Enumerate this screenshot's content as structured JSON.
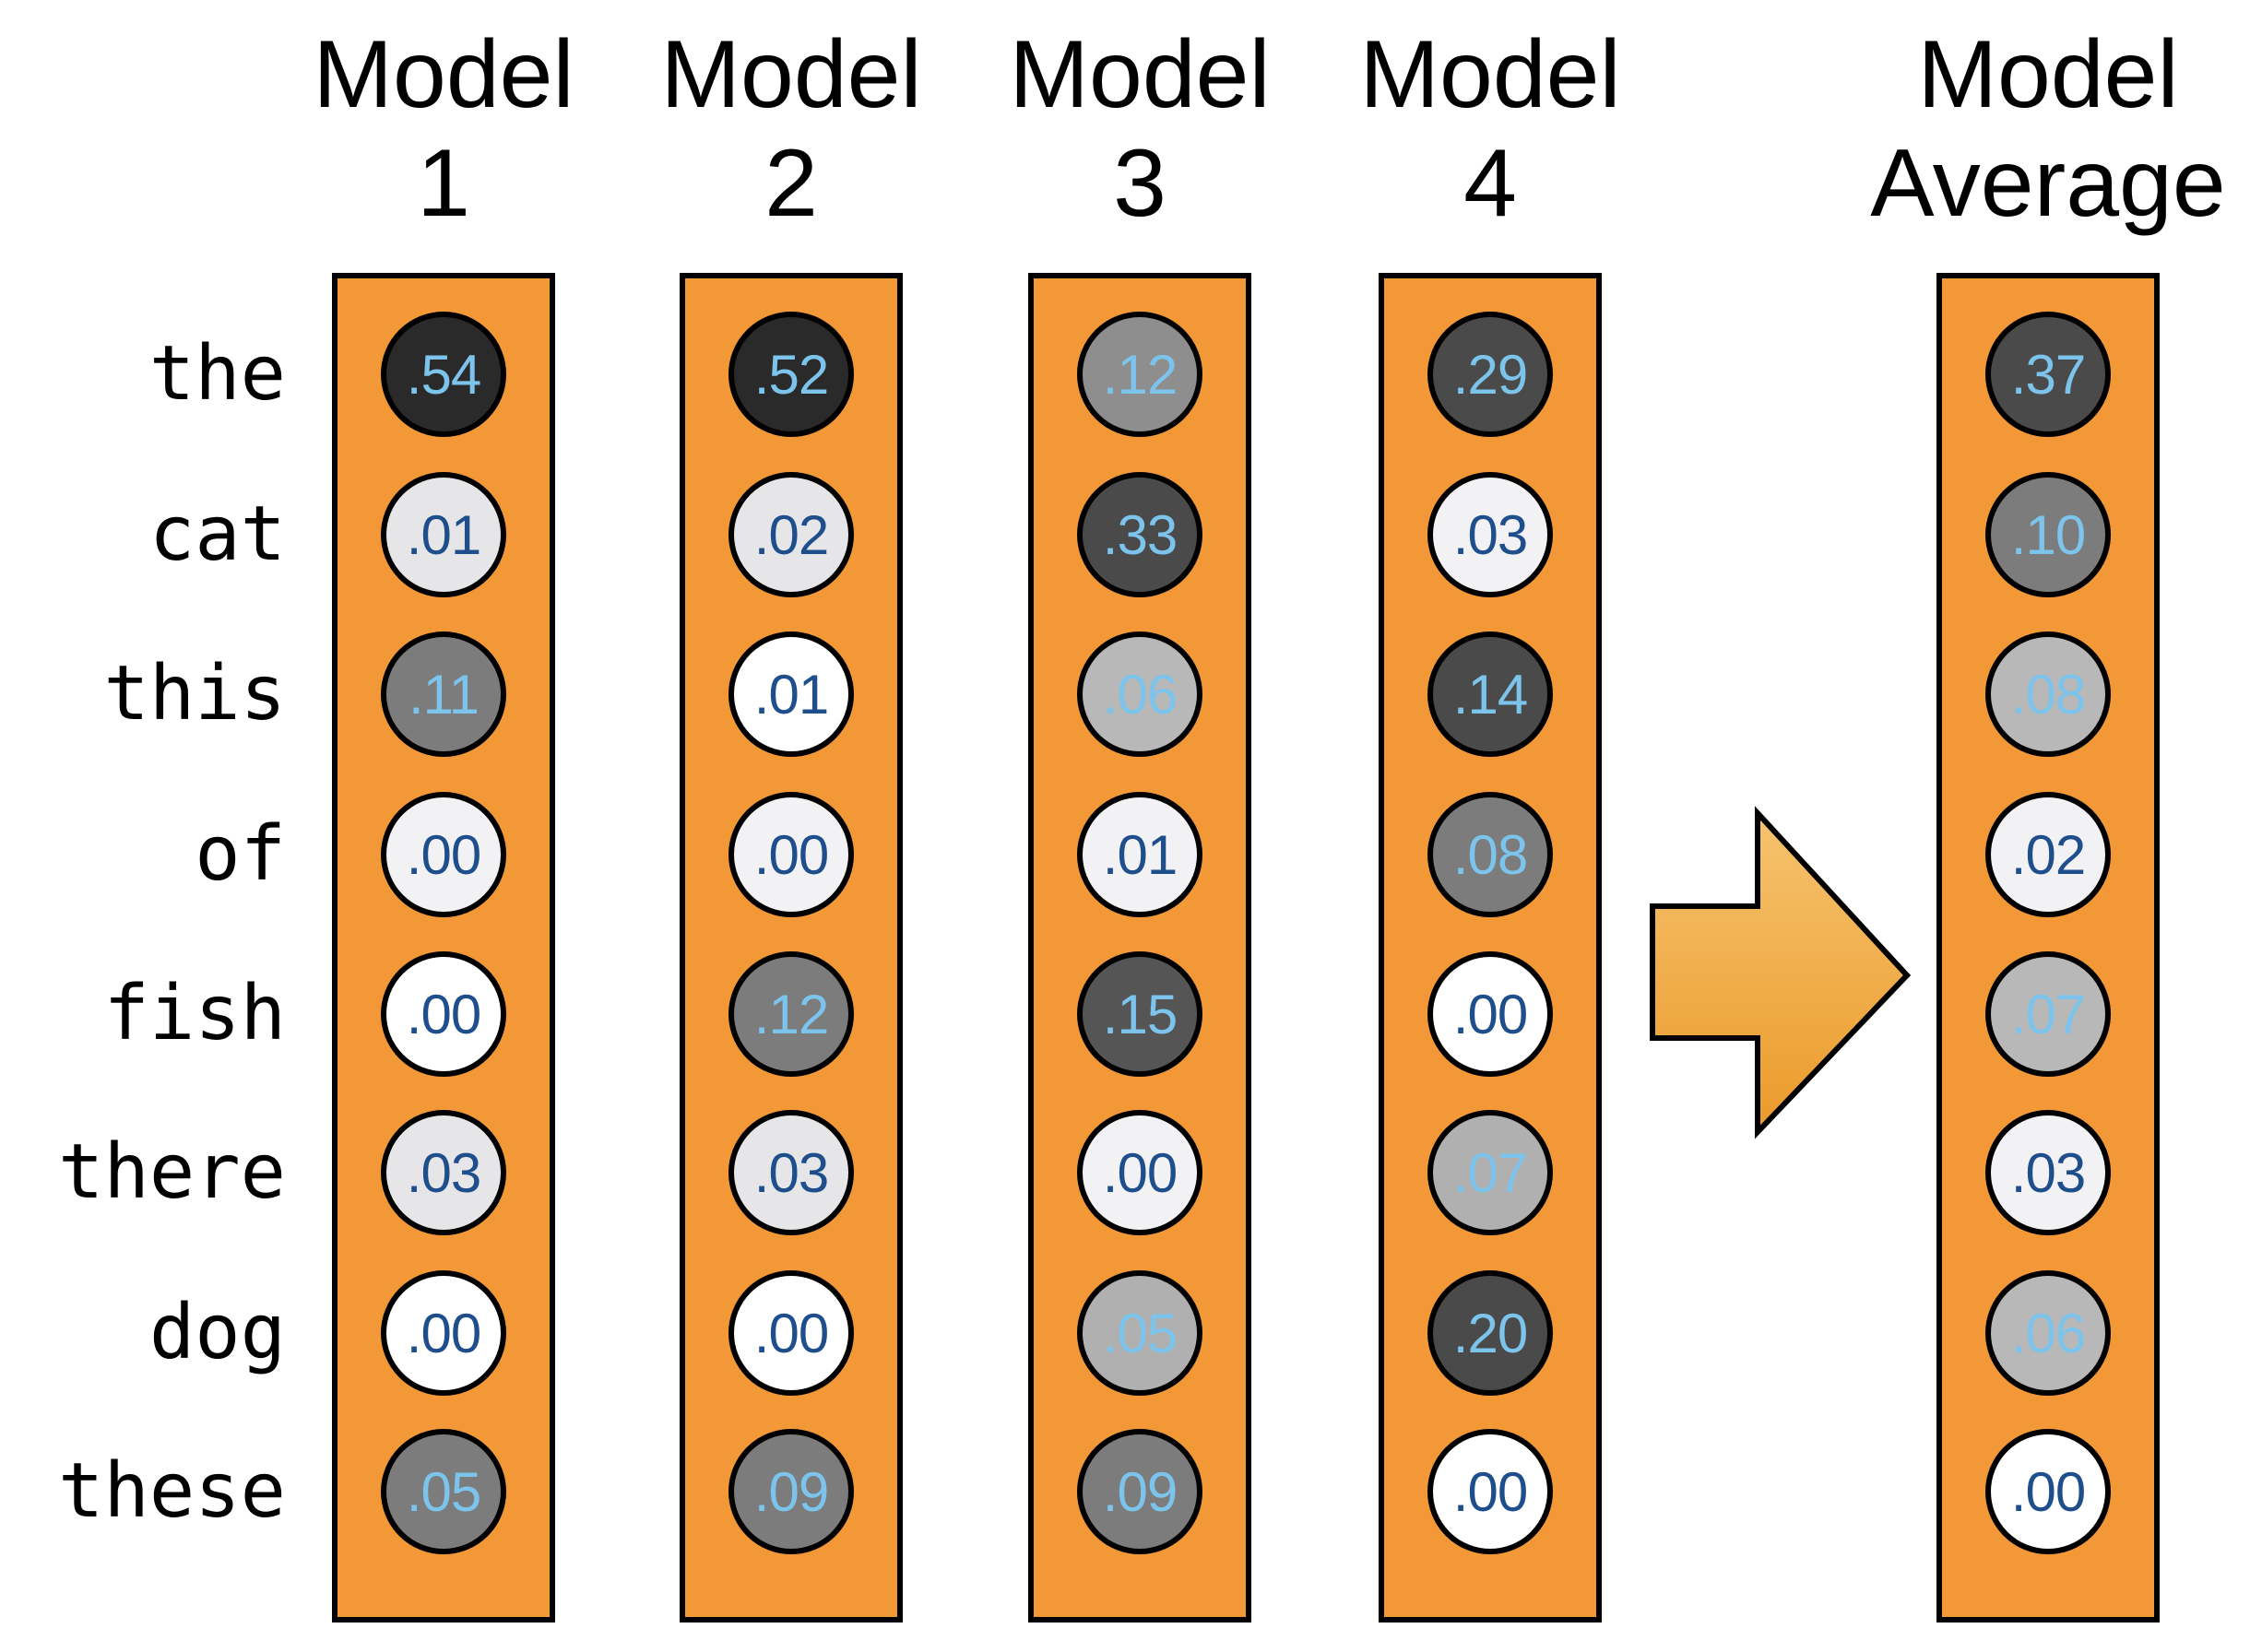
{
  "colors": {
    "column_fill": "#f29837",
    "arrow_top": "#f6c36f",
    "arrow_bottom": "#eb9a2a",
    "text_on_light": "#1f4e8c",
    "text_on_dark": "#7cc4ec"
  },
  "words": [
    "the",
    "cat",
    "this",
    "of",
    "fish",
    "there",
    "dog",
    "these"
  ],
  "models": [
    {
      "title_line1": "Model",
      "title_line2": "1",
      "values": [
        ".54",
        ".01",
        ".11",
        ".00",
        ".00",
        ".03",
        ".00",
        ".05"
      ],
      "shades": [
        "#2a2a2a",
        "#e6e6e8",
        "#7c7c7c",
        "#f2f2f4",
        "#ffffff",
        "#e6e6e8",
        "#ffffff",
        "#7c7c7c"
      ]
    },
    {
      "title_line1": "Model",
      "title_line2": "2",
      "values": [
        ".52",
        ".02",
        ".01",
        ".00",
        ".12",
        ".03",
        ".00",
        ".09"
      ],
      "shades": [
        "#2a2a2a",
        "#e6e6e8",
        "#ffffff",
        "#f2f2f4",
        "#7c7c7c",
        "#e6e6e8",
        "#ffffff",
        "#7c7c7c"
      ]
    },
    {
      "title_line1": "Model",
      "title_line2": "3",
      "values": [
        ".12",
        ".33",
        ".06",
        ".01",
        ".15",
        ".00",
        ".05",
        ".09"
      ],
      "shades": [
        "#8e8e8e",
        "#4a4a4a",
        "#b8b8b8",
        "#f2f2f4",
        "#555555",
        "#f2f2f4",
        "#b0b0b0",
        "#7c7c7c"
      ]
    },
    {
      "title_line1": "Model",
      "title_line2": "4",
      "values": [
        ".29",
        ".03",
        ".14",
        ".08",
        ".00",
        ".07",
        ".20",
        ".00"
      ],
      "shades": [
        "#4a4a4a",
        "#f2f2f4",
        "#4a4a4a",
        "#7c7c7c",
        "#ffffff",
        "#b0b0b0",
        "#4a4a4a",
        "#ffffff"
      ]
    }
  ],
  "average": {
    "title_line1": "Model",
    "title_line2": "Average",
    "values": [
      ".37",
      ".10",
      ".08",
      ".02",
      ".07",
      ".03",
      ".06",
      ".00"
    ],
    "shades": [
      "#4a4a4a",
      "#7c7c7c",
      "#b8b8b8",
      "#f2f2f4",
      "#b8b8b8",
      "#f2f2f4",
      "#b8b8b8",
      "#ffffff"
    ]
  },
  "arrow_icon": "right-arrow-icon"
}
